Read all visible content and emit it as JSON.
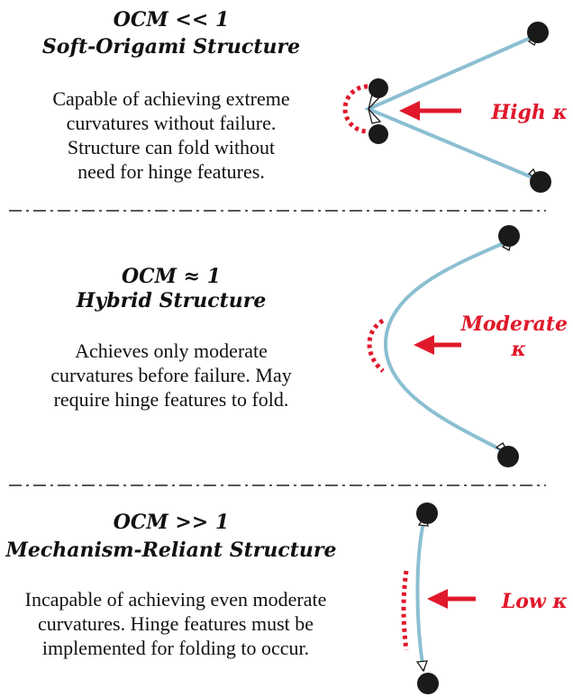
{
  "colors": {
    "beam": "#8bbfd2",
    "accent": "#e0182b",
    "node": "#1a1a1a",
    "text": "#111111"
  },
  "panels": [
    {
      "condition": "OCM << 1",
      "structure": "Soft-Origami Structure",
      "description": "Capable of achieving extreme curvatures without failure. Structure can fold without need for hinge features.",
      "desc_lines": [
        "Capable of achieving extreme",
        "curvatures without failure.",
        "Structure can fold without",
        "need for hinge features."
      ],
      "curvature_label": "High κ",
      "curvature_lines": [
        "High κ"
      ]
    },
    {
      "condition": "OCM ≈ 1",
      "structure": "Hybrid Structure",
      "description": "Achieves only moderate curvatures before failure. May require hinge features to fold.",
      "desc_lines": [
        "Achieves only moderate",
        "curvatures before failure. May",
        "require hinge features to fold."
      ],
      "curvature_label": "Moderate κ",
      "curvature_lines": [
        "Moderate",
        "κ"
      ]
    },
    {
      "condition": "OCM >> 1",
      "structure": "Mechanism-Reliant Structure",
      "description": "Incapable of achieving even moderate curvatures. Hinge features must be implemented for folding to occur.",
      "desc_lines": [
        "Incapable of achieving even moderate",
        "curvatures. Hinge features must be",
        "implemented for folding to occur."
      ],
      "curvature_label": "Low κ",
      "curvature_lines": [
        "Low κ"
      ]
    }
  ]
}
